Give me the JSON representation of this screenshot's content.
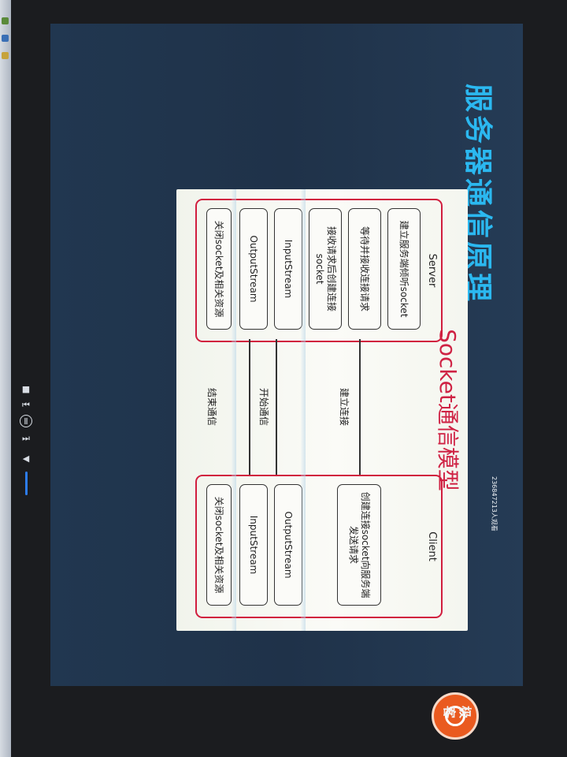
{
  "slide": {
    "title": "服务器通信原理",
    "meta": "236847213人观看",
    "diagram_title": "Socket通信模型"
  },
  "server": {
    "label": "Server",
    "steps": [
      "建立服务端倾听socket",
      "等待并接收连接请求",
      "接收请求后创建连接socket",
      "InputStream",
      "OutputStream",
      "关闭socket及相关资源"
    ]
  },
  "client": {
    "label": "Client",
    "steps": [
      "创建连接socket向服务端发送请求",
      "OutputStream",
      "InputStream",
      "关闭socket及相关资源"
    ]
  },
  "connections": {
    "establish": "建立连接",
    "start": "开始通信",
    "end": "结束通信"
  },
  "logo": {
    "text": "极客"
  },
  "colors": {
    "title": "#2bb8f0",
    "diagram_title": "#cf2244",
    "panel_border": "#d11e3e",
    "slide_bg": "#223851",
    "logo": "#ea5a1f"
  }
}
